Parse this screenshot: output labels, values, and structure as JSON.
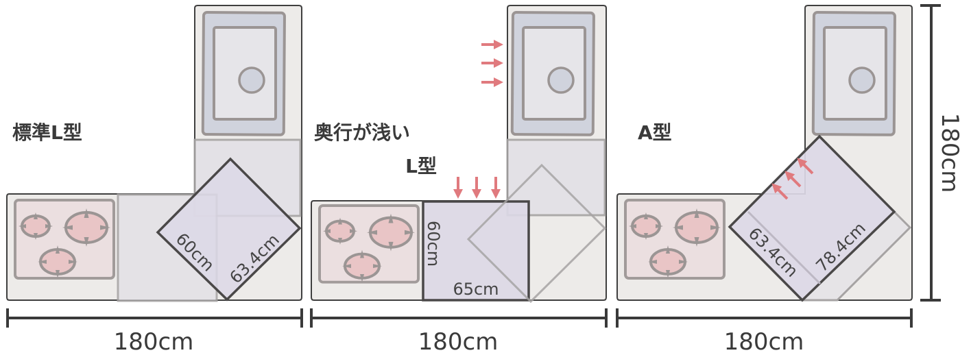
{
  "colors": {
    "counter_fill": "#edebe9",
    "counter_stroke": "#3f3f3f",
    "sink_outer_fill": "#d0d3dd",
    "sink_inner_fill": "#e6e5e9",
    "sink_stroke": "#9b9594",
    "stove_fill": "#ebdfe0",
    "burner_fill": "#e9c5c6",
    "burner_stroke": "#9b9594",
    "dishwasher_fill": "#dcd8e6",
    "dishwasher_stroke": "#4a4848",
    "ghost_stroke": "#a6a3a3",
    "arrow_color": "#e07a7e",
    "dim_color": "#3a3a3a"
  },
  "panels": [
    {
      "id": "standard-l",
      "title_lines": [
        "標準L型"
      ],
      "width_dim": "180cm",
      "measurements": [
        "60cm",
        "63.4cm"
      ]
    },
    {
      "id": "shallow-l",
      "title_lines": [
        "奥行が浅い",
        "L型"
      ],
      "width_dim": "180cm",
      "measurements": [
        "60cm",
        "65cm"
      ]
    },
    {
      "id": "a-type",
      "title_lines": [
        "A型"
      ],
      "width_dim": "180cm",
      "measurements": [
        "63.4cm",
        "78.4cm"
      ]
    }
  ],
  "height_dim": "180cm"
}
